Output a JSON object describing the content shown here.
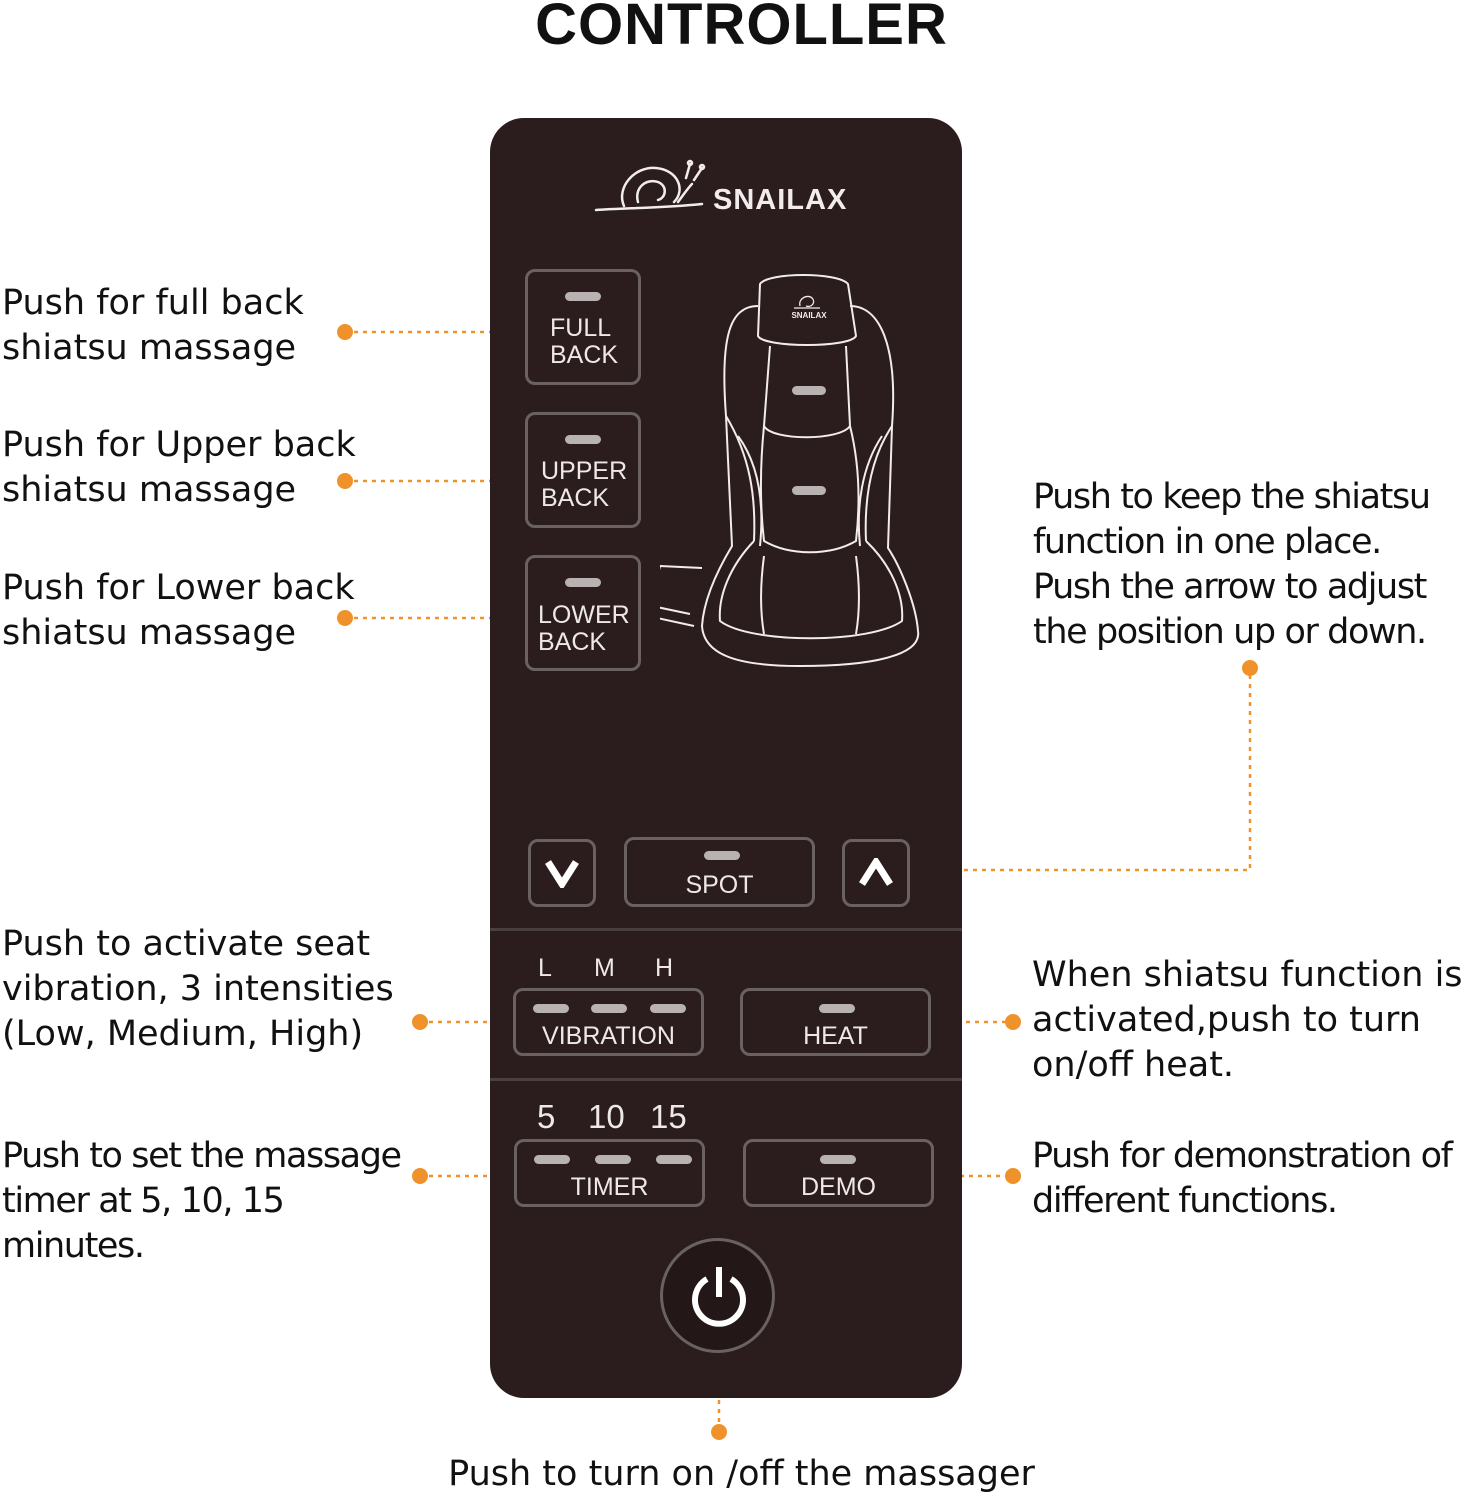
{
  "title": "CONTROLLER",
  "brand": {
    "name": "SNAILAX",
    "logo_icon": "snail-logo-icon",
    "seat_logo_text": "SNAILAX"
  },
  "buttons": {
    "full_back": "FULL\nBACK",
    "upper_back": "UPPER\nBACK",
    "lower_back": "LOWER\nBACK",
    "spot": "SPOT",
    "down_icon": "chevron-down-icon",
    "up_icon": "chevron-up-icon",
    "vibration": "VIBRATION",
    "vibration_levels": [
      "L",
      "M",
      "H"
    ],
    "heat": "HEAT",
    "timer": "TIMER",
    "timer_values": [
      "5",
      "10",
      "15"
    ],
    "demo": "DEMO",
    "power_icon": "power-icon"
  },
  "callouts": {
    "full_back": "Push for full back\nshiatsu massage",
    "upper_back": "Push for Upper back\nshiatsu massage",
    "lower_back": "Push for Lower back\nshiatsu massage",
    "spot": "Push to keep the shiatsu\nfunction in one place.\nPush the arrow to adjust\nthe position up or down.",
    "vibration": "Push to activate seat\nvibration, 3 intensities\n(Low, Medium, High)",
    "heat": "When shiatsu function is\nactivated,push to turn\non/off heat.",
    "timer": "Push to set the massage\ntimer at 5, 10, 15\nminutes.",
    "demo": "Push for demonstration of\ndifferent functions.",
    "power": "Push to turn on /off the massager"
  },
  "colors": {
    "panel": "#2b1d1d",
    "accent": "#f0922b",
    "button_border": "#6a6262",
    "led": "#b8b2b2",
    "text_light": "#efe8e8"
  }
}
